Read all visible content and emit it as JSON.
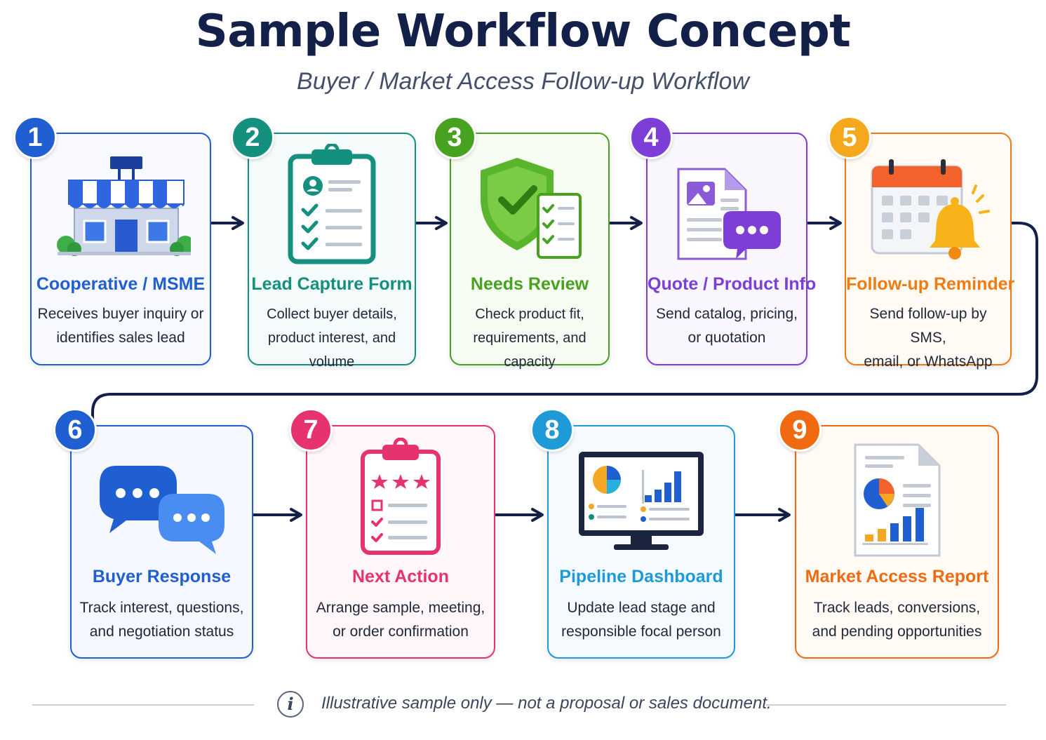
{
  "title": "Sample Workflow Concept",
  "subtitle": "Buyer / Market Access Follow-up Workflow",
  "steps": [
    {
      "number": "1",
      "title": "Cooperative / MSME",
      "description": [
        "Receives buyer inquiry or",
        "identifies sales lead"
      ],
      "color": "#1f5fd1",
      "icon": "store-icon"
    },
    {
      "number": "2",
      "title": "Lead Capture Form",
      "description": [
        "Collect buyer details,",
        "product interest, and volume"
      ],
      "color": "#14907f",
      "icon": "clipboard-form-icon"
    },
    {
      "number": "3",
      "title": "Needs Review",
      "description": [
        "Check product fit,",
        "requirements, and capacity"
      ],
      "color": "#46a21f",
      "icon": "shield-check-icon"
    },
    {
      "number": "4",
      "title": "Quote / Product Info",
      "description": [
        "Send catalog, pricing,",
        "or quotation"
      ],
      "color": "#7c3ed6",
      "icon": "document-chat-icon"
    },
    {
      "number": "5",
      "title": "Follow-up Reminder",
      "description": [
        "Send follow-up by SMS,",
        "email, or WhatsApp"
      ],
      "color": "#f07b12",
      "icon": "calendar-bell-icon"
    },
    {
      "number": "6",
      "title": "Buyer Response",
      "description": [
        "Track interest, questions,",
        "and negotiation status"
      ],
      "color": "#1f5fd1",
      "icon": "chat-bubbles-icon"
    },
    {
      "number": "7",
      "title": "Next Action",
      "description": [
        "Arrange sample, meeting,",
        "or order confirmation"
      ],
      "color": "#e6336f",
      "icon": "clipboard-stars-icon"
    },
    {
      "number": "8",
      "title": "Pipeline Dashboard",
      "description": [
        "Update lead stage and",
        "responsible focal person"
      ],
      "color": "#1e9bd7",
      "icon": "monitor-dashboard-icon"
    },
    {
      "number": "9",
      "title": "Market Access Report",
      "description": [
        "Track leads, conversions,",
        "and pending opportunities"
      ],
      "color": "#f06a12",
      "icon": "report-chart-icon"
    }
  ],
  "footer": {
    "note": "Illustrative sample only — not a proposal or sales document.",
    "icon": "info-icon"
  }
}
